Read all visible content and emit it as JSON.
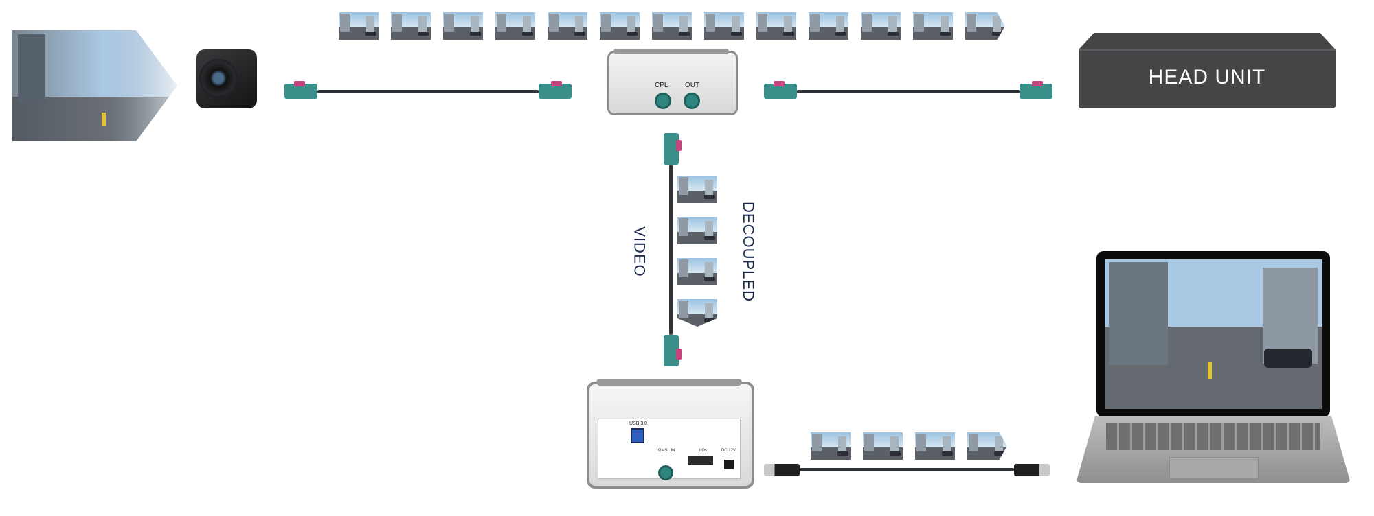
{
  "device_top": {
    "port_cpl": "CPL",
    "port_out": "OUT"
  },
  "head_unit": {
    "label": "HEAD UNIT"
  },
  "vertical_labels": {
    "left": "VIDEO",
    "right": "DECOUPLED"
  },
  "device_bottom": {
    "usb_label": "USB 3.0",
    "gmsl_label": "GMSL IN",
    "io_label": "I/Os",
    "dc_label": "DC 12V"
  },
  "colors": {
    "connector": "#3a8f8a",
    "connector_key": "#c8427f",
    "cable": "#2f3338",
    "head_unit": "#454548",
    "text": "#1b2a4a"
  },
  "icons": [
    "street-scene-image",
    "camera-icon",
    "fakra-connector-icon",
    "usb-connector-icon",
    "laptop-icon",
    "frame-thumbnail-icon"
  ]
}
